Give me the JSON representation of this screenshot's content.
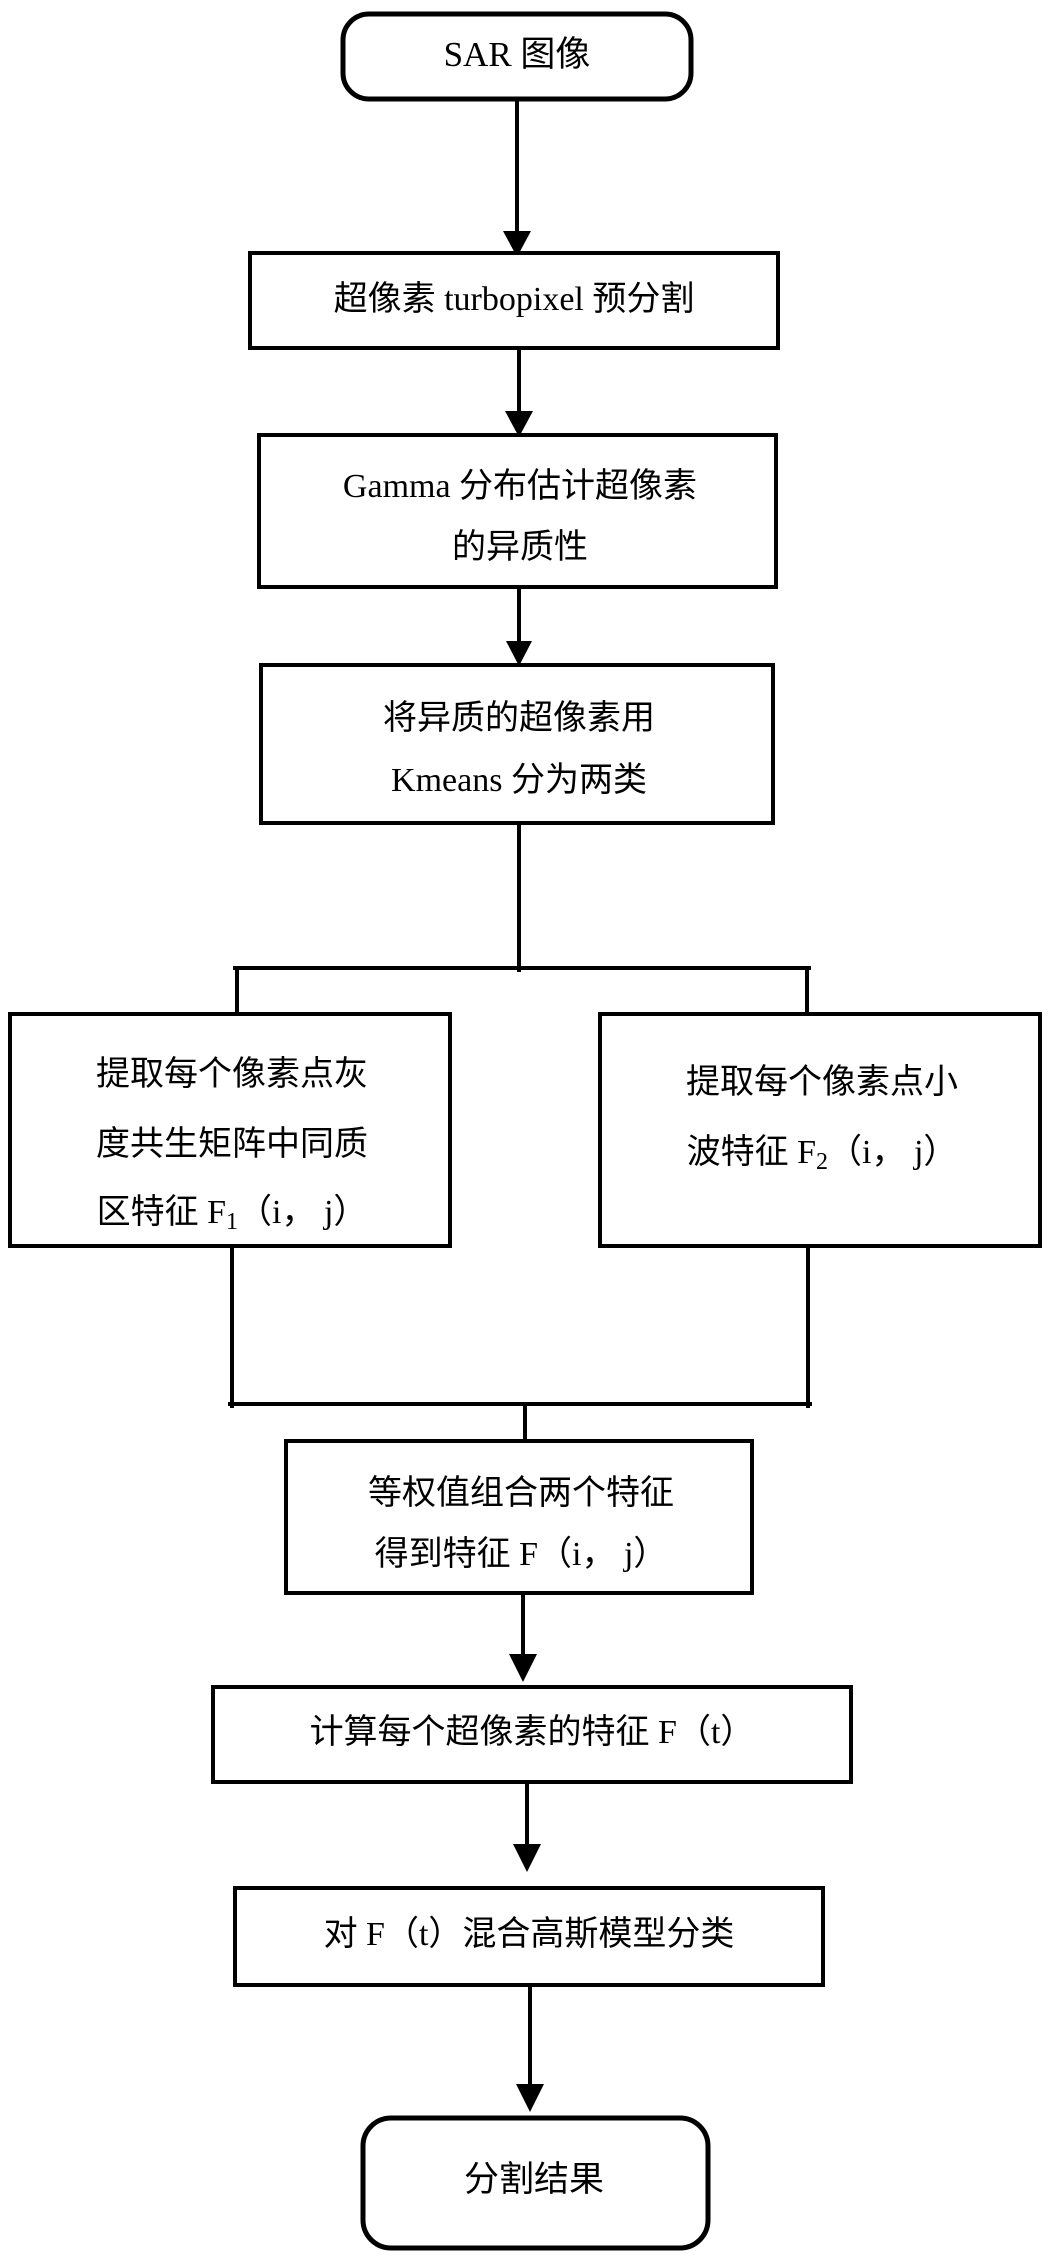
{
  "diagram": {
    "title": "SAR image superpixel segmentation flowchart",
    "type": "flowchart",
    "orientation": "top-to-bottom",
    "colors": {
      "background": "#ffffff",
      "stroke": "#000000",
      "text": "#000000"
    }
  },
  "nodes": {
    "start": {
      "id": "start",
      "shape": "rounded-rectangle",
      "label": "SAR 图像",
      "lines": [
        "SAR 图像"
      ]
    },
    "step1": {
      "id": "step1",
      "shape": "rectangle",
      "label": "超像素 turbopixel 预分割",
      "lines": [
        "超像素 turbopixel 预分割"
      ]
    },
    "step2": {
      "id": "step2",
      "shape": "rectangle",
      "label": "Gamma 分布估计超像素的异质性",
      "lines": [
        "Gamma 分布估计超像素",
        "的异质性"
      ]
    },
    "step3": {
      "id": "step3",
      "shape": "rectangle",
      "label": "将异质的超像素用 Kmeans 分为两类",
      "lines": [
        "将异质的超像素用",
        "Kmeans 分为两类"
      ]
    },
    "branch_left": {
      "id": "branch_left",
      "shape": "rectangle",
      "label": "提取每个像素点灰度共生矩阵中同质区特征 F1（i，j）",
      "lines": [
        "提取每个像素点灰",
        "度共生矩阵中同质",
        "区特征 F1（i， j）"
      ],
      "line3_pre": "区特征 F",
      "line3_sub": "1",
      "line3_post": "（i， j）"
    },
    "branch_right": {
      "id": "branch_right",
      "shape": "rectangle",
      "label": "提取每个像素点小波特征 F2（i，j）",
      "lines": [
        "提取每个像素点小",
        "波特征 F2（i， j）"
      ],
      "line2_pre": "波特征 F",
      "line2_sub": "2",
      "line2_post": "（i， j）"
    },
    "merge": {
      "id": "merge",
      "shape": "rectangle",
      "label": "等权值组合两个特征得到特征 F（i，j）",
      "lines": [
        "等权值组合两个特征",
        "得到特征 F（i， j）"
      ]
    },
    "step5": {
      "id": "step5",
      "shape": "rectangle",
      "label": "计算每个超像素的特征 F（t）",
      "lines": [
        "计算每个超像素的特征 F（t）"
      ]
    },
    "step6": {
      "id": "step6",
      "shape": "rectangle",
      "label": "对 F（t）混合高斯模型分类",
      "lines": [
        "对 F（t）混合高斯模型分类"
      ]
    },
    "end": {
      "id": "end",
      "shape": "rounded-rectangle",
      "label": "分割结果",
      "lines": [
        "分割结果"
      ]
    }
  },
  "edges": [
    {
      "id": "e1",
      "from": "start",
      "to": "step1",
      "style": "straight-arrow"
    },
    {
      "id": "e2",
      "from": "step1",
      "to": "step2",
      "style": "straight-arrow"
    },
    {
      "id": "e3",
      "from": "step2",
      "to": "step3",
      "style": "straight-arrow"
    },
    {
      "id": "e4",
      "from": "step3",
      "to": "branch_left",
      "style": "split-elbow-arrow"
    },
    {
      "id": "e5",
      "from": "step3",
      "to": "branch_right",
      "style": "split-elbow-arrow"
    },
    {
      "id": "e6",
      "from": "branch_left",
      "to": "merge",
      "style": "join-elbow"
    },
    {
      "id": "e7",
      "from": "branch_right",
      "to": "merge",
      "style": "join-elbow-arrow"
    },
    {
      "id": "e8",
      "from": "merge",
      "to": "step5",
      "style": "straight-arrow"
    },
    {
      "id": "e9",
      "from": "step5",
      "to": "step6",
      "style": "straight-arrow"
    },
    {
      "id": "e10",
      "from": "step6",
      "to": "end",
      "style": "straight-arrow"
    }
  ]
}
